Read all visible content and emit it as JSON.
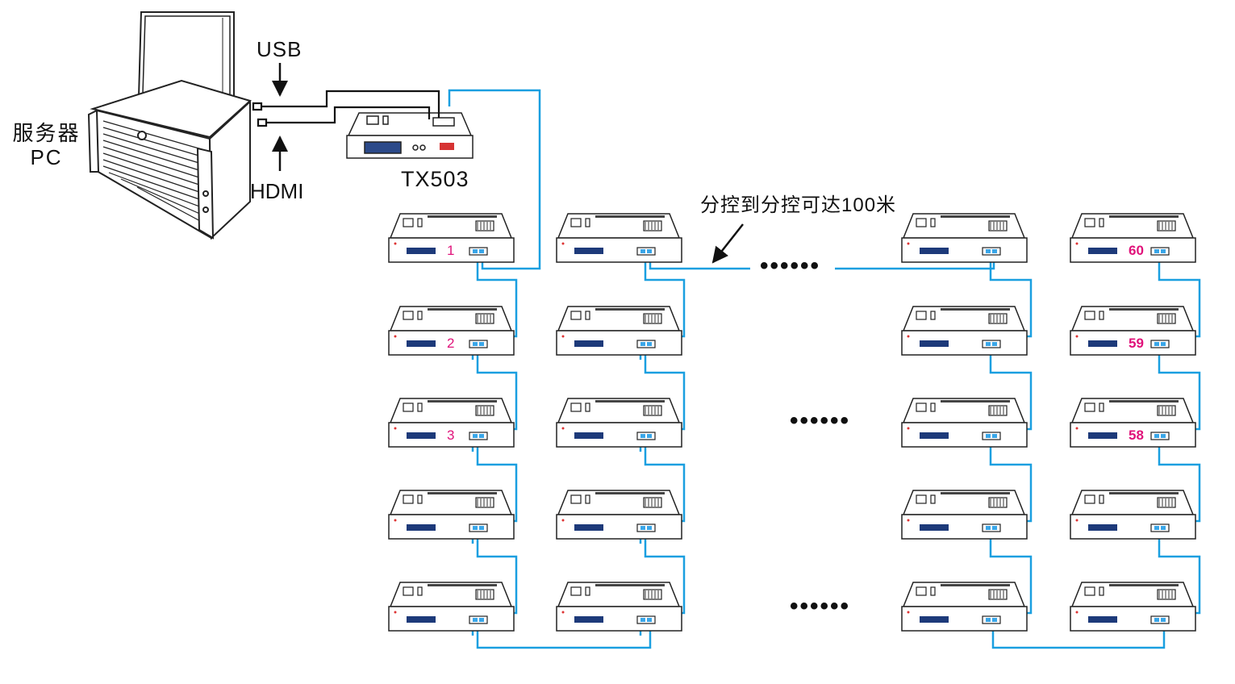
{
  "labels": {
    "server_line1": "服务器",
    "server_line2": "PC",
    "usb": "USB",
    "hdmi": "HDMI",
    "controller": "TX503",
    "distance": "分控到分控可达100米",
    "ellipsis": "••••••"
  },
  "unit_numbers": {
    "u1": "1",
    "u2": "2",
    "u3": "3",
    "u60": "60",
    "u59": "59",
    "u58": "58"
  },
  "colors": {
    "cable": "#1a9fe0",
    "outline": "#222222",
    "number": "#e0127a",
    "display": "#1d3a7a"
  }
}
